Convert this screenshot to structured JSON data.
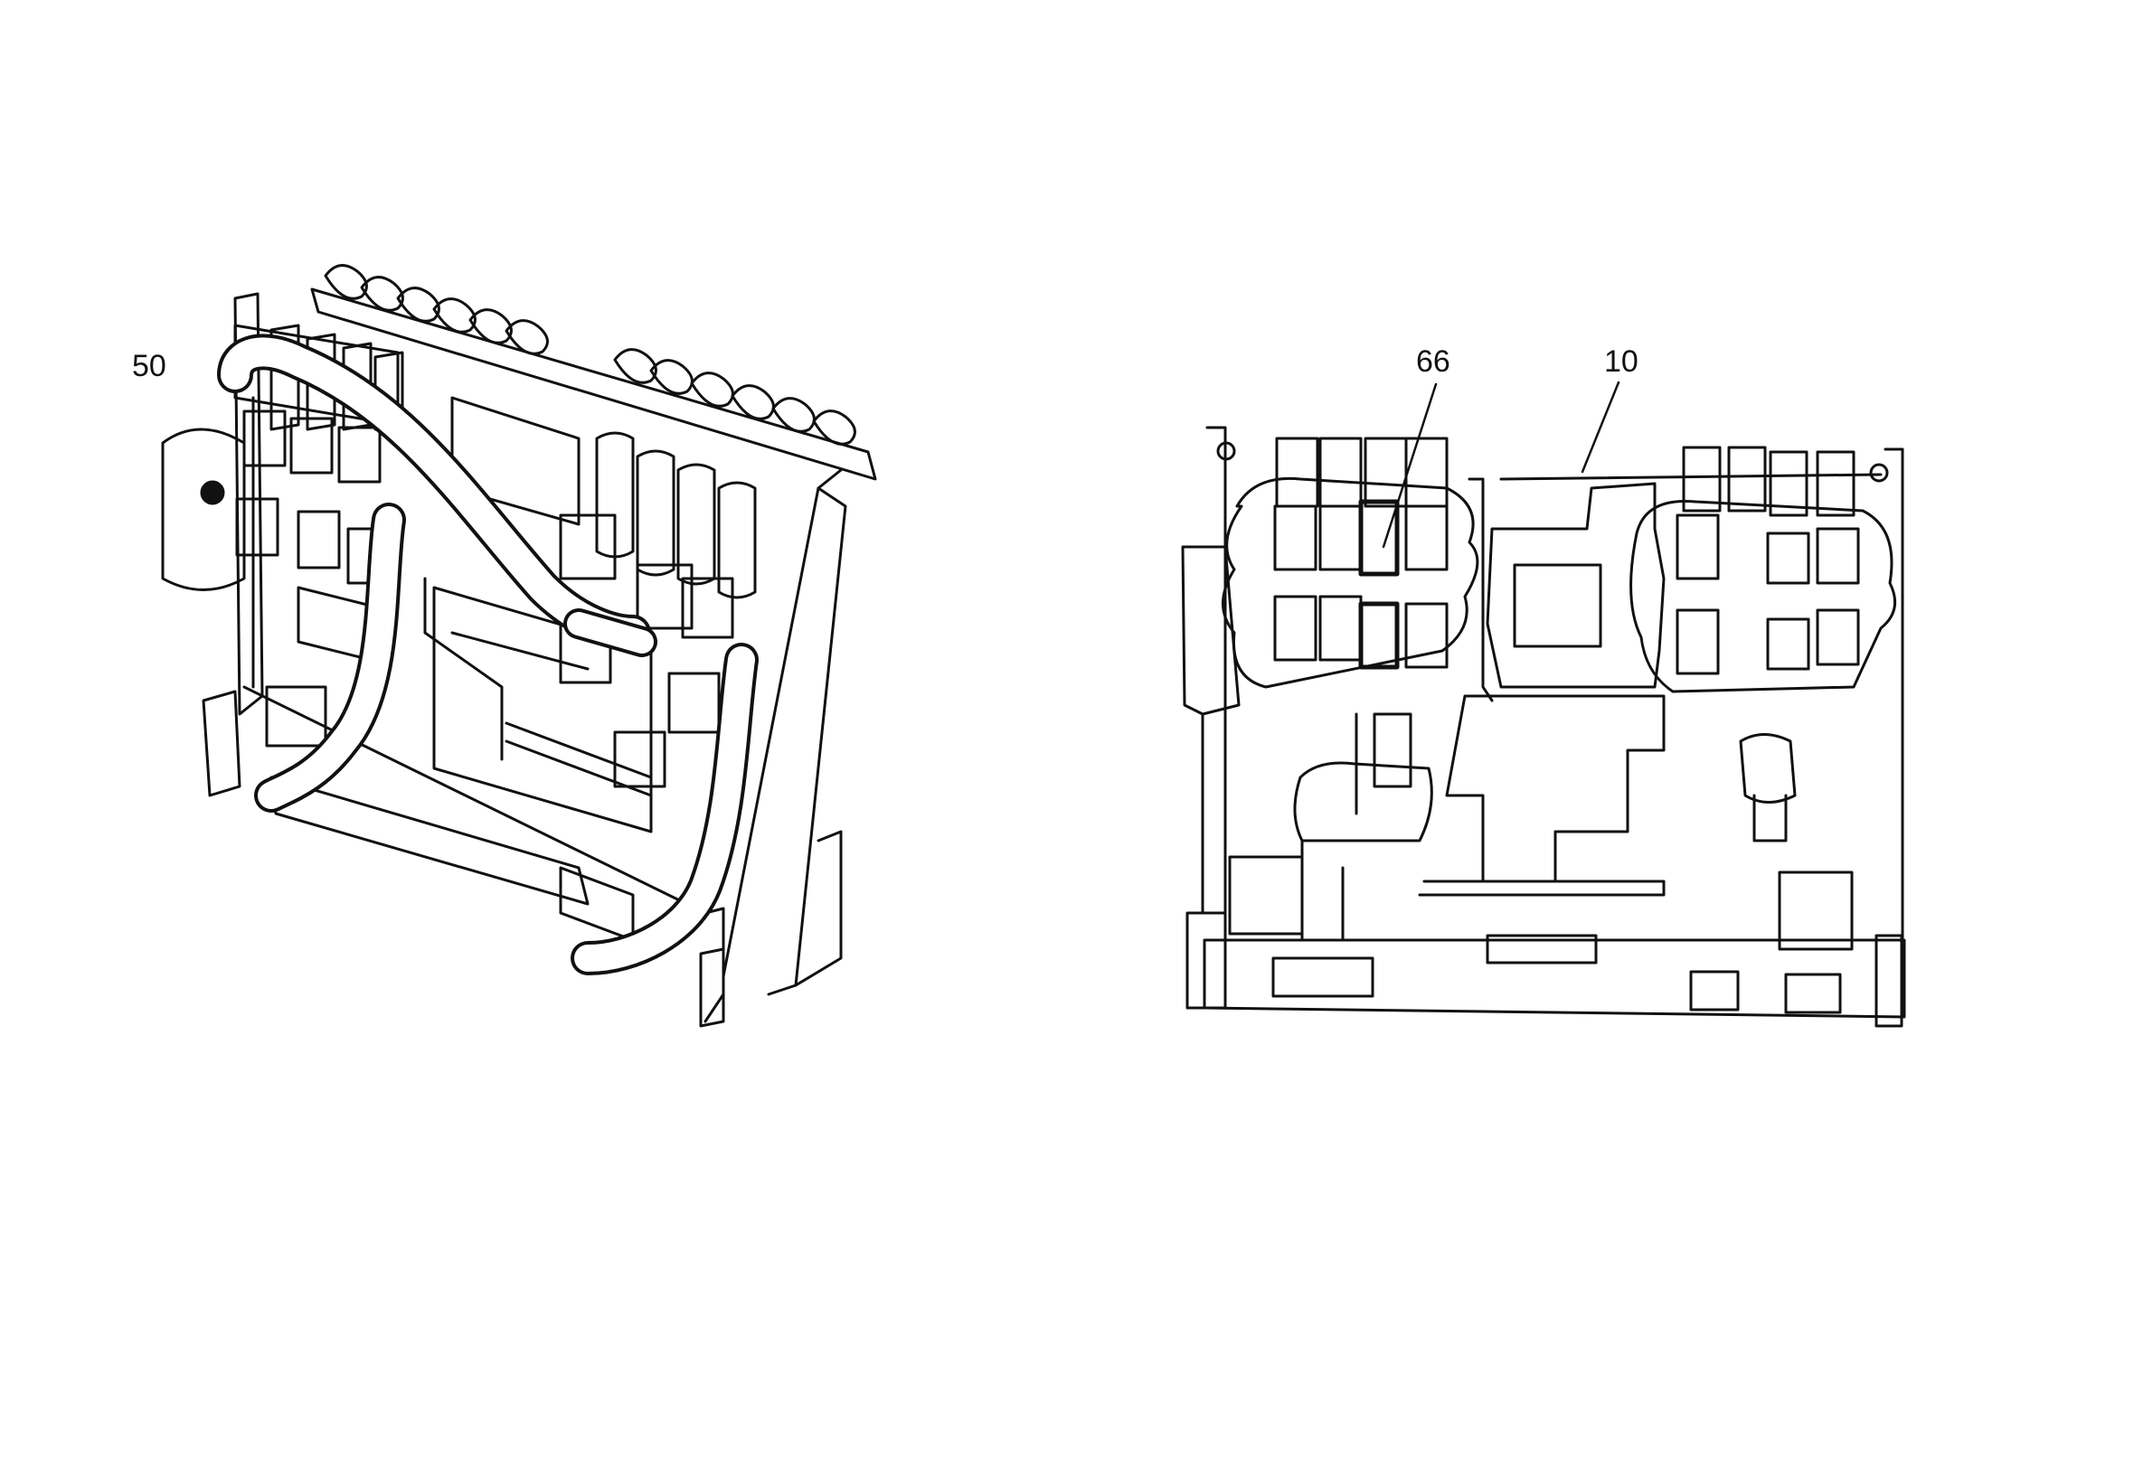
{
  "figure": {
    "left_view": {
      "callouts": [
        {
          "id": "c50",
          "label": "50"
        }
      ]
    },
    "right_view": {
      "callouts": [
        {
          "id": "c66",
          "label": "66"
        },
        {
          "id": "c10",
          "label": "10"
        }
      ]
    }
  }
}
